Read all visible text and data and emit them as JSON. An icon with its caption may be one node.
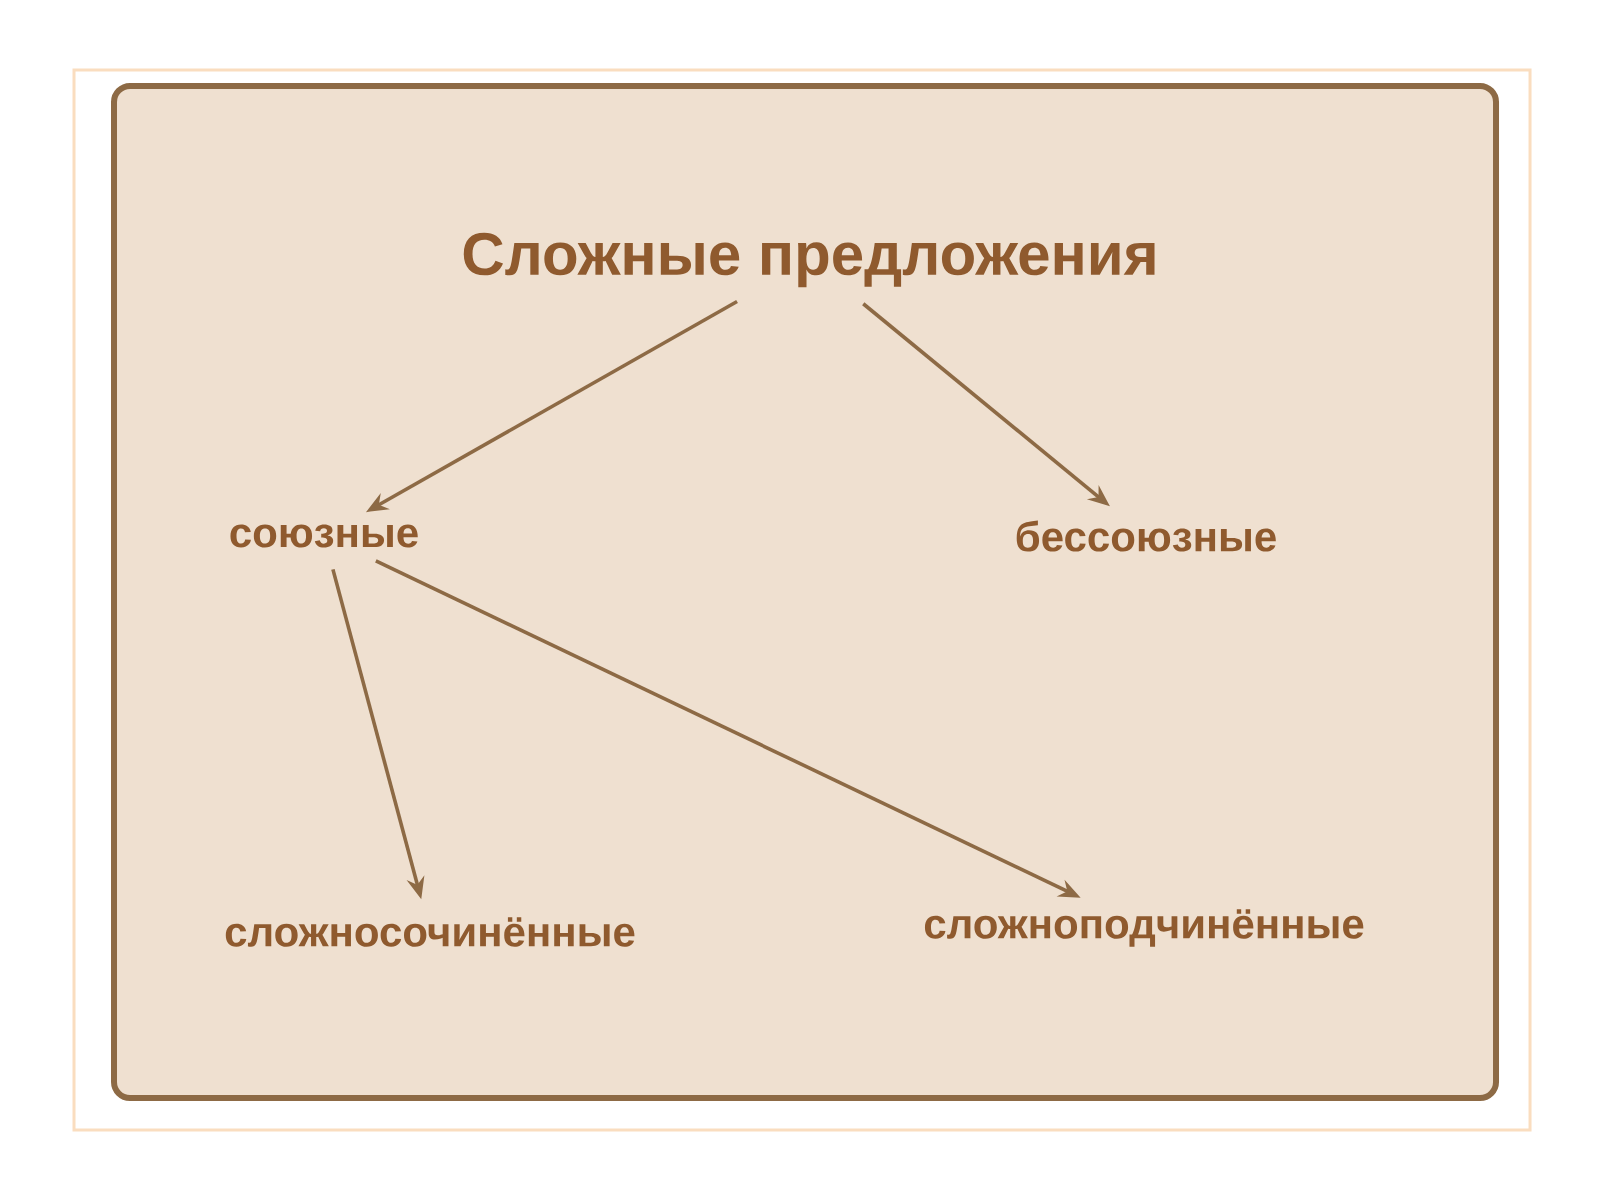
{
  "diagram": {
    "nodes": [
      {
        "text": [
          "Сложные предложения"
        ]
      },
      {
        "text": [
          "союзные"
        ]
      },
      {
        "text": [
          "бессоюзные"
        ]
      },
      {
        "text": [
          "сложносочинённые"
        ]
      },
      {
        "text": [
          "сложноподчинённые"
        ]
      }
    ],
    "edges": [
      {
        "from": 0,
        "to": 1,
        "arrow": "to"
      },
      {
        "from": 0,
        "to": 2,
        "arrow": "to"
      },
      {
        "from": 1,
        "to": 3,
        "arrow": "to"
      },
      {
        "from": 1,
        "to": 4,
        "arrow": "to"
      }
    ]
  }
}
